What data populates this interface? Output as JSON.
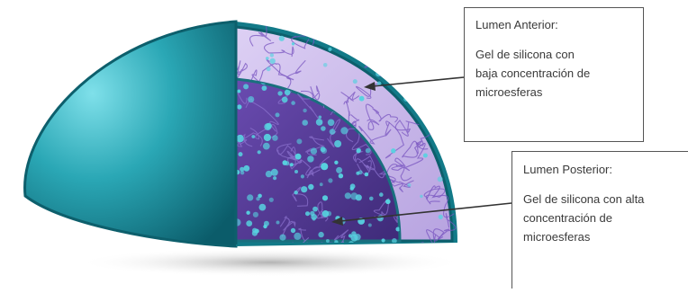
{
  "labels": {
    "anterior": {
      "title": "Lumen Anterior:",
      "body": "Gel de silicona con\nbaja concentración de\nmicroesferas"
    },
    "posterior": {
      "title": "Lumen Posterior:",
      "body": "Gel de silicona con alta\nconcentración de\nmicroesferas"
    }
  },
  "colors": {
    "shell": "#1c8f9e",
    "outer_layer": "#c9b8ea",
    "inner_layer": "#5a3a96",
    "microsphere": "#57d2e0",
    "arrow": "#333333"
  }
}
